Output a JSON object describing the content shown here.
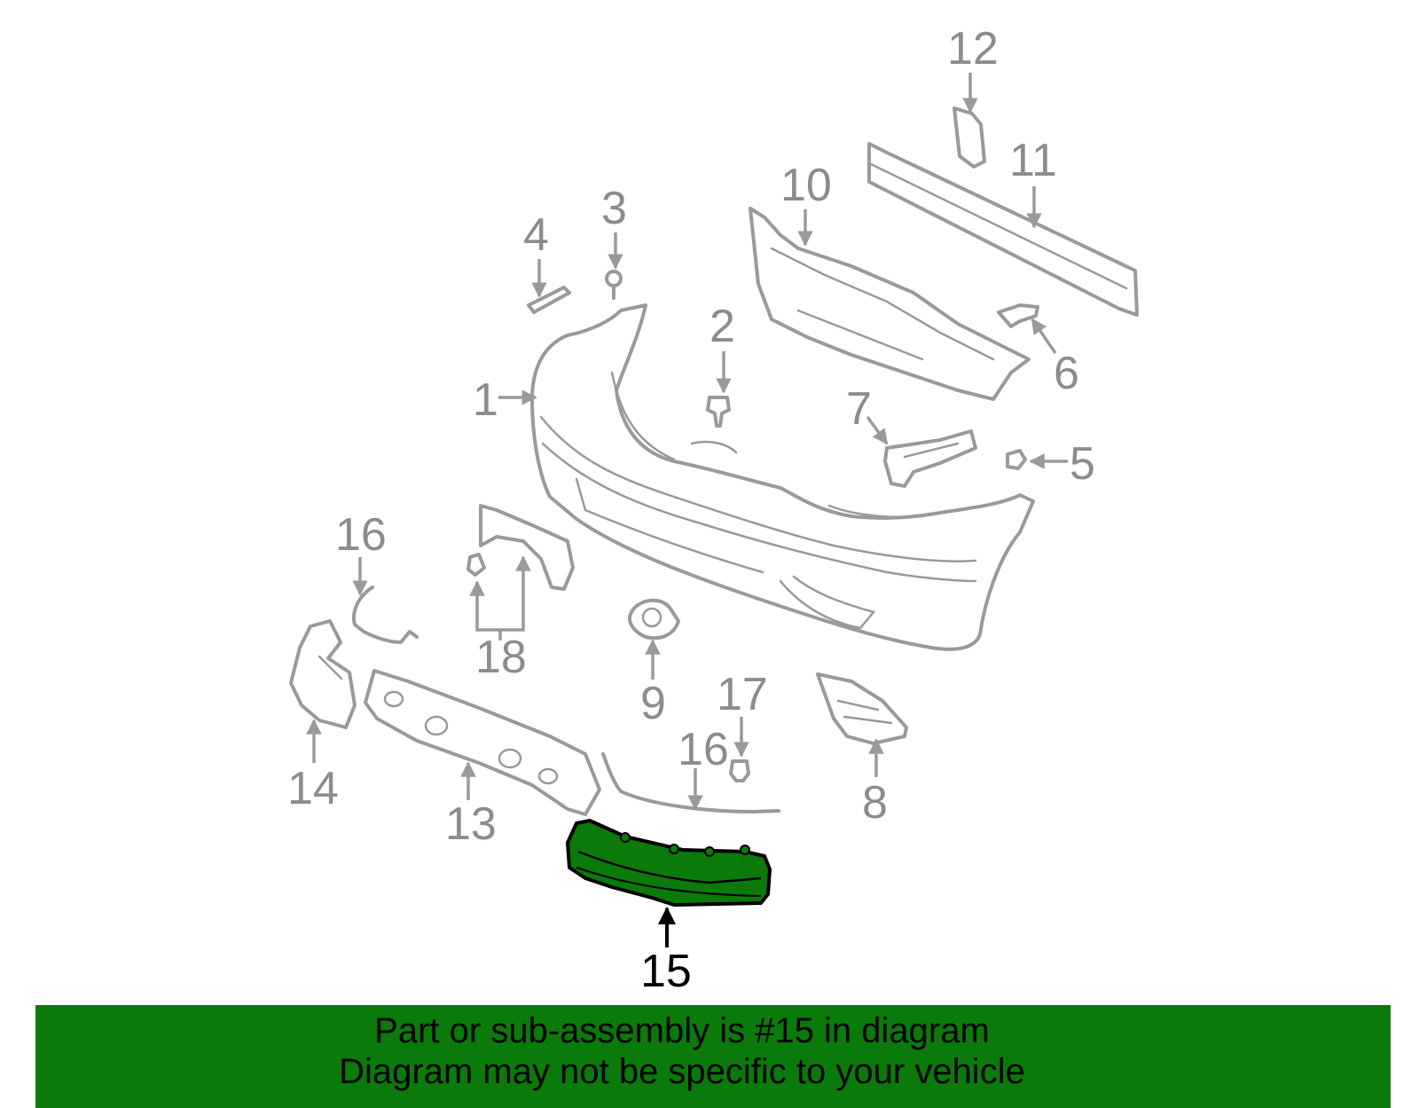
{
  "diagram": {
    "callouts": [
      {
        "id": "1",
        "label": "1"
      },
      {
        "id": "2",
        "label": "2"
      },
      {
        "id": "3",
        "label": "3"
      },
      {
        "id": "4",
        "label": "4"
      },
      {
        "id": "5",
        "label": "5"
      },
      {
        "id": "6",
        "label": "6"
      },
      {
        "id": "7",
        "label": "7"
      },
      {
        "id": "8",
        "label": "8"
      },
      {
        "id": "9",
        "label": "9"
      },
      {
        "id": "10",
        "label": "10"
      },
      {
        "id": "11",
        "label": "11"
      },
      {
        "id": "12",
        "label": "12"
      },
      {
        "id": "13",
        "label": "13"
      },
      {
        "id": "14",
        "label": "14"
      },
      {
        "id": "15",
        "label": "15"
      },
      {
        "id": "16a",
        "label": "16"
      },
      {
        "id": "16b",
        "label": "16"
      },
      {
        "id": "17",
        "label": "17"
      },
      {
        "id": "18",
        "label": "18"
      }
    ],
    "highlighted_part": "15",
    "highlight_color": "#0a7a0a",
    "part_color": "#9a9a9a"
  },
  "banner": {
    "line1": "Part or sub-assembly is #15 in diagram",
    "line2": "Diagram may not be specific to your vehicle",
    "background": "#0a7a0a"
  }
}
